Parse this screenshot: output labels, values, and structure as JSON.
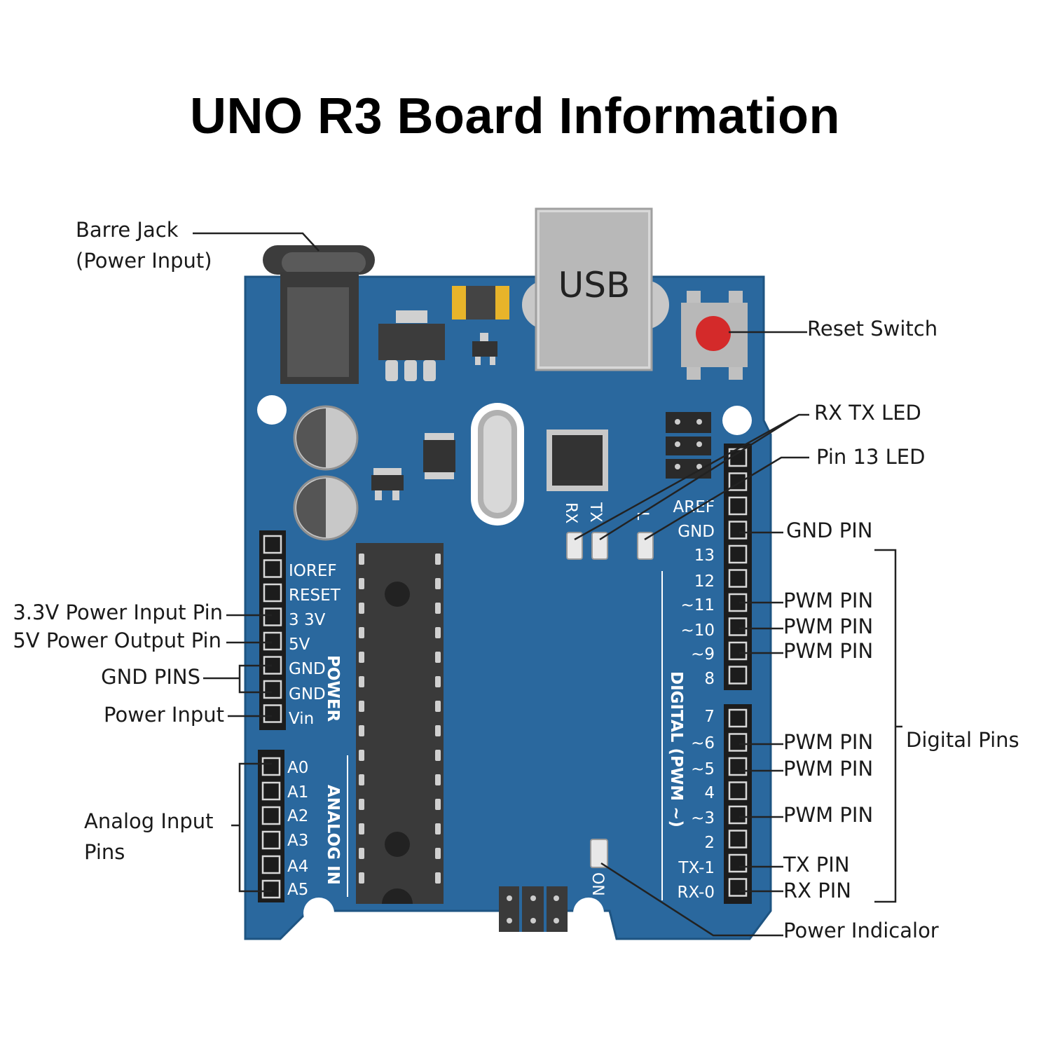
{
  "title": "UNO R3 Board Information",
  "board": {
    "usb_label": "USB",
    "led_labels": {
      "rx": "RX",
      "tx": "TX",
      "l": "L",
      "on": "ON"
    },
    "power_header": {
      "group_label": "POWER",
      "pins": [
        "IOREF",
        "RESET",
        "3 3V",
        "5V",
        "GND",
        "GND",
        "Vin"
      ]
    },
    "analog_header": {
      "group_label": "ANALOG IN",
      "pins": [
        "A0",
        "A1",
        "A2",
        "A3",
        "A4",
        "A5"
      ]
    },
    "digital_header": {
      "group_label": "DIGITAL (PWM ~)",
      "upper_pins": [
        "AREF",
        "GND",
        "13",
        "12",
        "~11",
        "~10",
        "~9",
        "8"
      ],
      "lower_pins": [
        "7",
        "~6",
        "~5",
        "4",
        "~3",
        "2",
        "TX-1",
        "RX-0"
      ]
    }
  },
  "callouts": {
    "barrel_jack": [
      "Barre Jack",
      "(Power Input)"
    ],
    "reset_switch": "Reset Switch",
    "rx_tx_led": "RX TX LED",
    "pin13_led": "Pin 13 LED",
    "gnd_pin": "GND PIN",
    "pwm_pin": "PWM PIN",
    "digital_pins": "Digital Pins",
    "tx_pin": "TX PIN",
    "rx_pin": "RX PIN",
    "power_indicator": "Power Indicalor",
    "v33_pin": "3.3V Power Input Pin",
    "v5_pin": "5V Power Output Pin",
    "gnd_pins": "GND PINS",
    "power_input": "Power Input",
    "analog_pins": [
      "Analog Input",
      "Pins"
    ]
  },
  "colors": {
    "board": "#2a689e",
    "board_dark": "#1e5482",
    "silkscreen": "#ffffff",
    "header": "#1c1c1c",
    "chip": "#3a3a3a",
    "usb": "#b8b8b8",
    "reset_button": "#d42a2a",
    "line": "#222222"
  }
}
